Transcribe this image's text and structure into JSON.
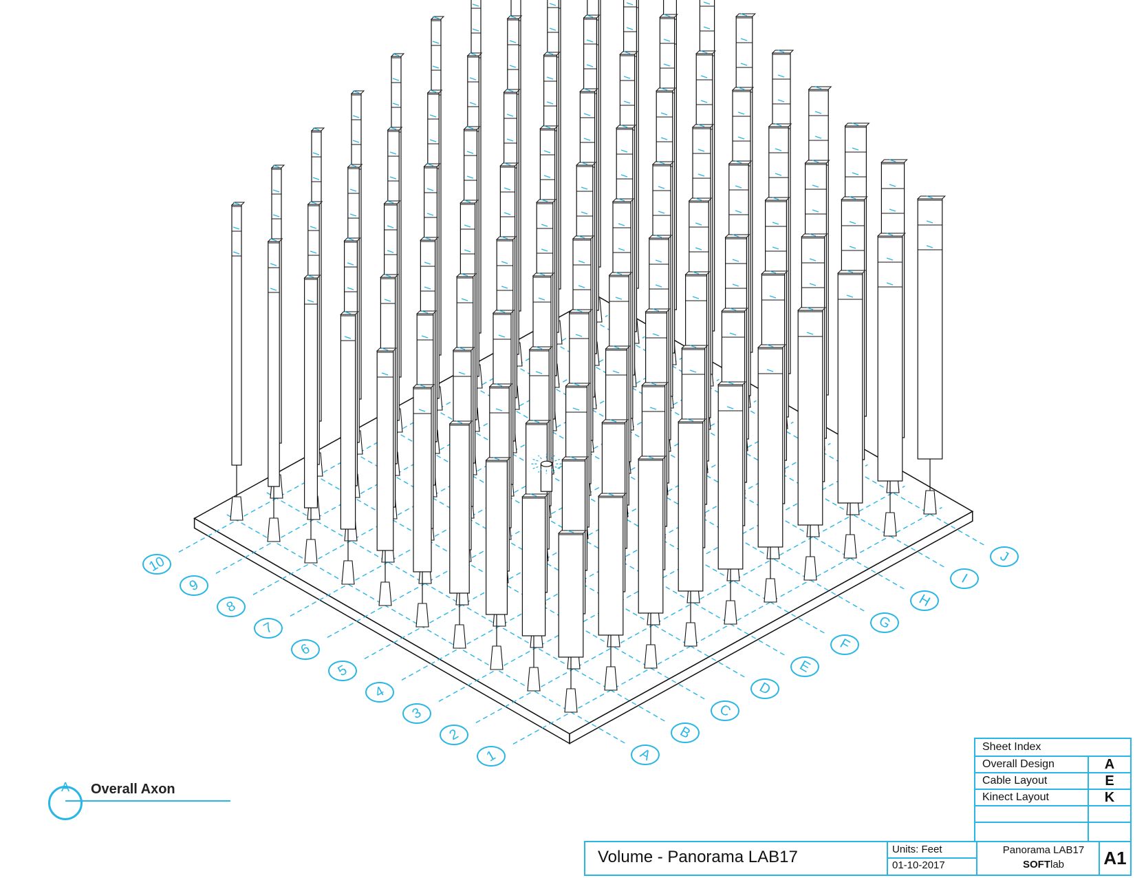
{
  "drawing": {
    "view_letter": "A",
    "view_title": "Overall Axon",
    "row_grid_labels": [
      "1",
      "2",
      "3",
      "4",
      "5",
      "6",
      "7",
      "8",
      "9",
      "10"
    ],
    "column_grid_labels": [
      "A",
      "B",
      "C",
      "D",
      "E",
      "F",
      "G",
      "H",
      "I",
      "J"
    ],
    "accent_color": "#29b6e6",
    "line_color": "#111111"
  },
  "sheet_index": {
    "heading": "Sheet Index",
    "rows": [
      {
        "name": "Overall Design",
        "code": "A"
      },
      {
        "name": "Cable Layout",
        "code": "E"
      },
      {
        "name": "Kinect Layout",
        "code": "K"
      }
    ]
  },
  "title_block": {
    "title": "Volume - Panorama LAB17",
    "units": "Units: Feet",
    "date": "01-10-2017",
    "project": "Panorama LAB17",
    "firm_bold": "SOFT",
    "firm_light": "lab",
    "sheet_number": "A1"
  }
}
